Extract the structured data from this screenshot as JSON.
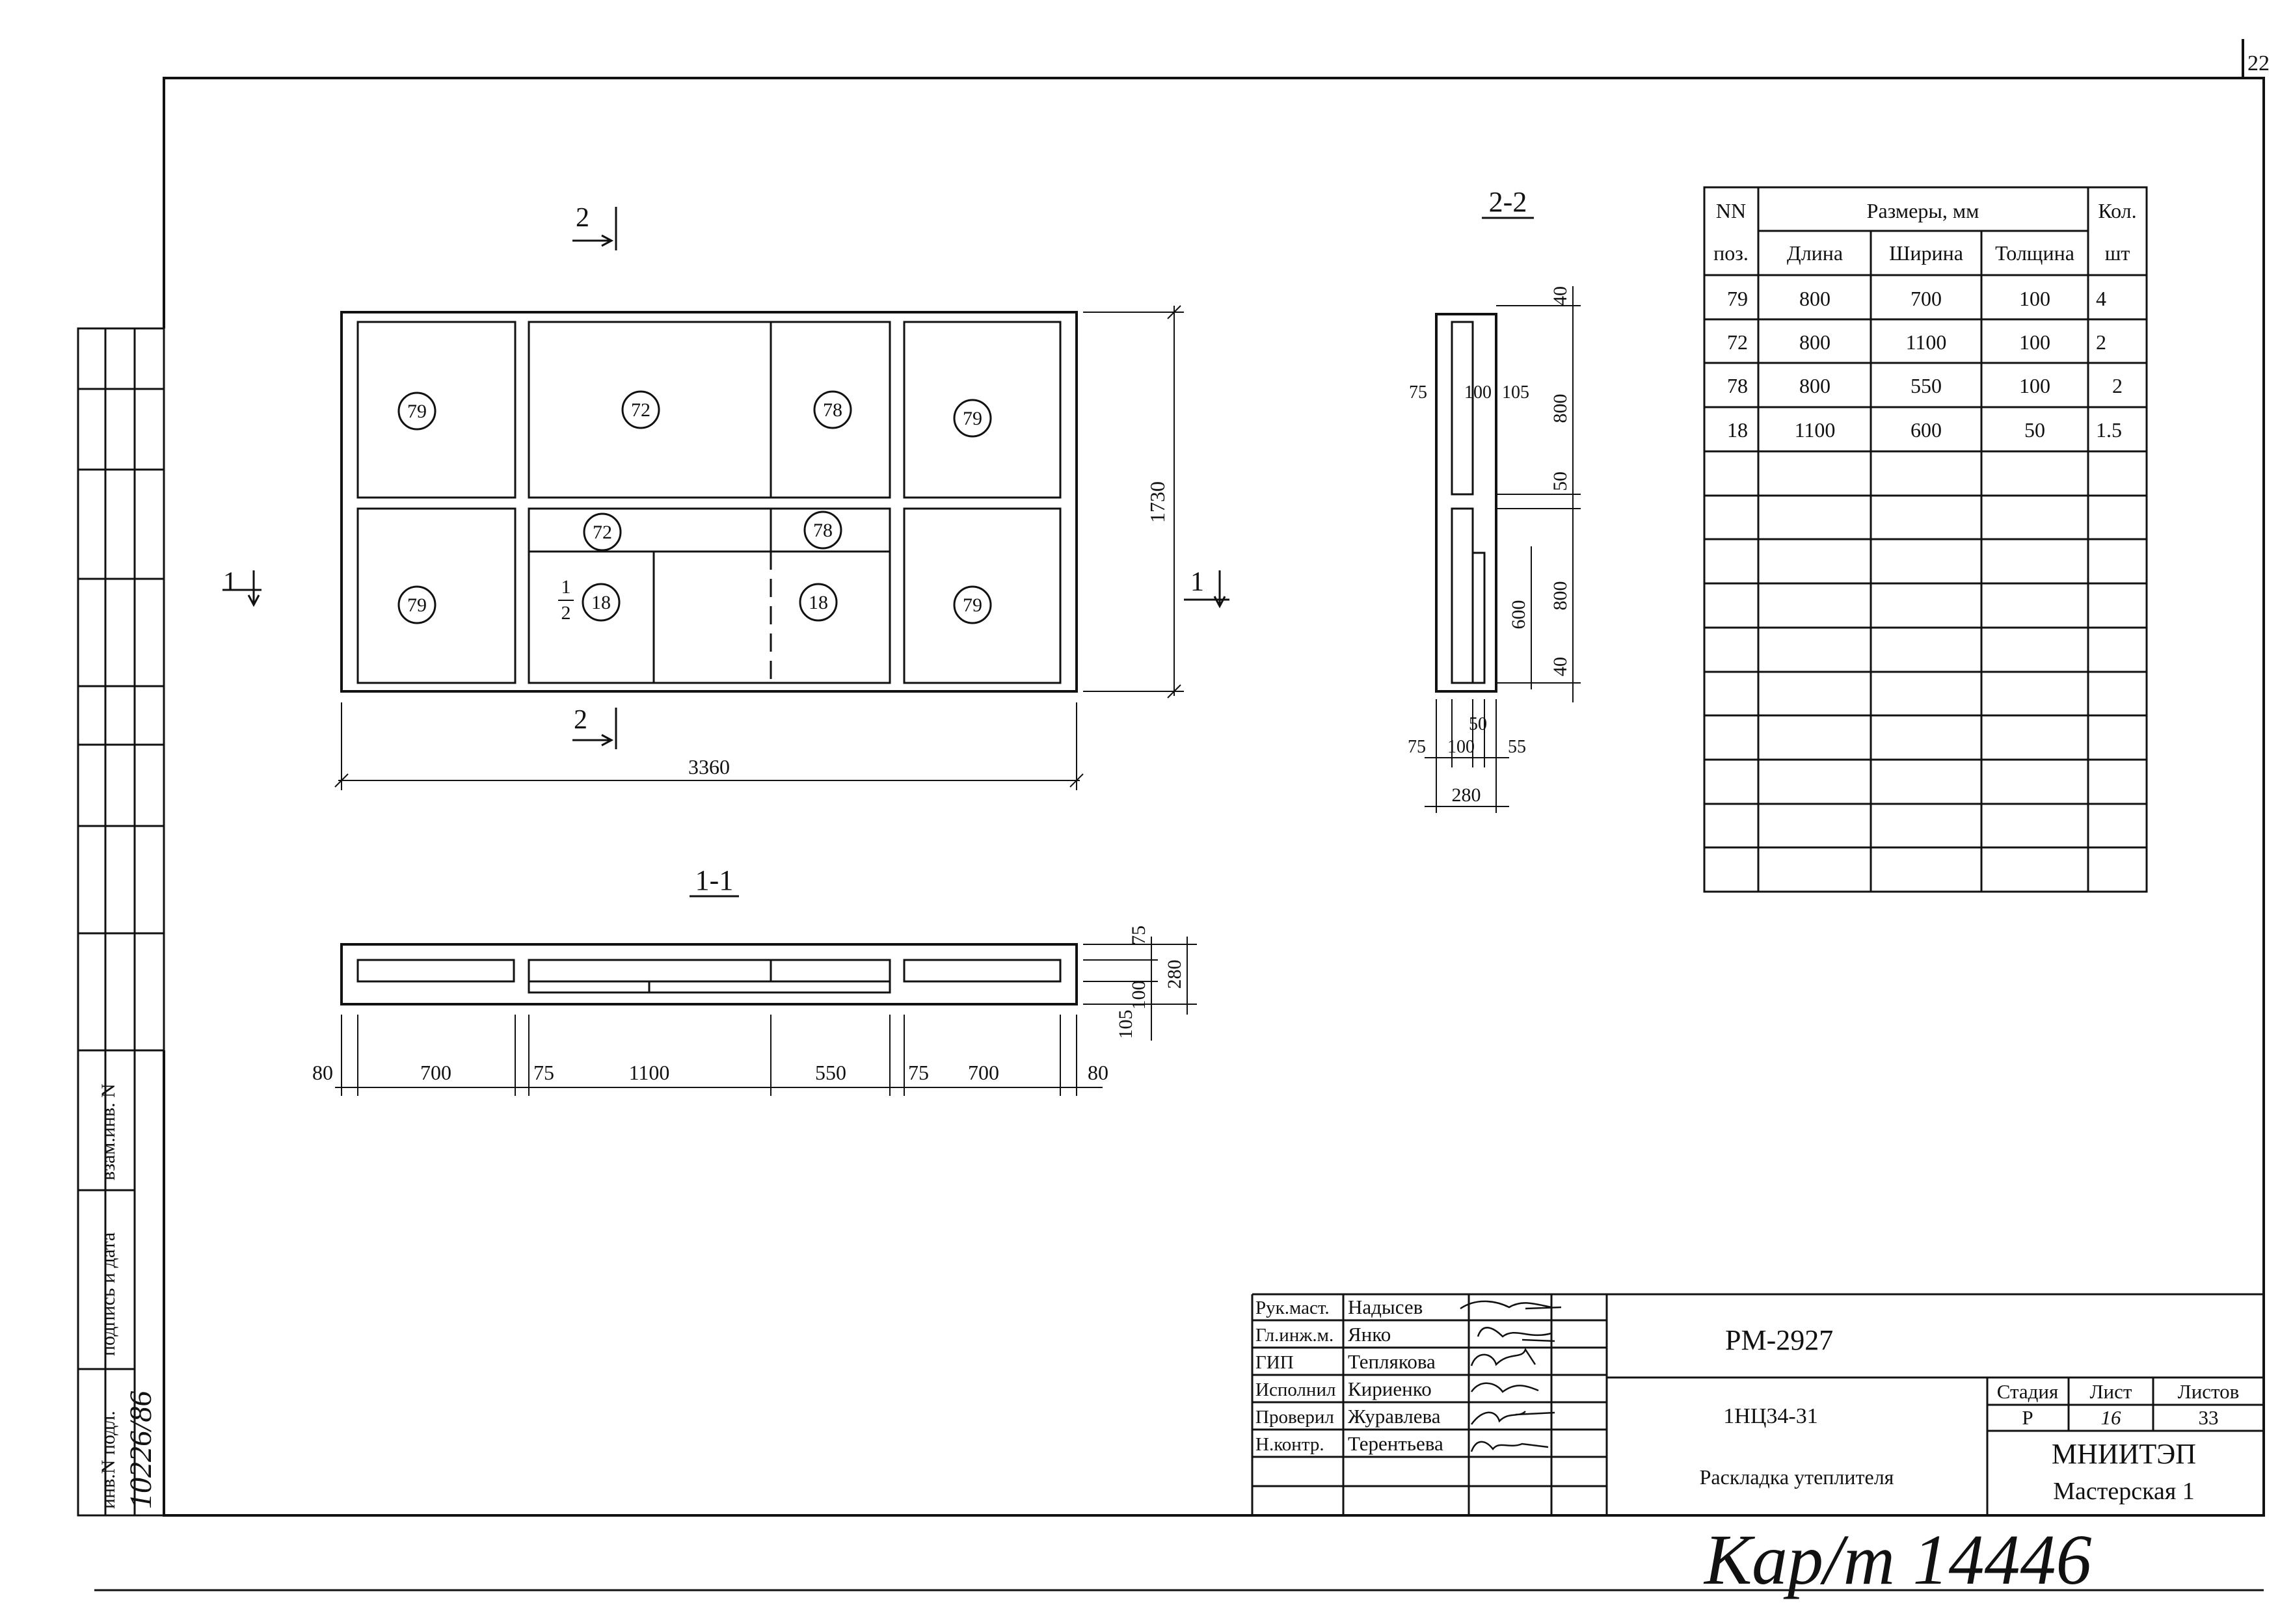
{
  "sheet_corner": "22",
  "side_stamp": {
    "inv_podl": "инв.N подл.",
    "podpis_data": "подпись и дата",
    "vzam_inv": "взам.инв. N",
    "handwritten_inv": "10226/86"
  },
  "plan": {
    "section_2_label": "2",
    "section_1_label": "1",
    "width_dim": "3360",
    "height_dim": "1730",
    "circle_79": "79",
    "circle_72": "72",
    "circle_78": "78",
    "circle_18": "18",
    "half_num": "1",
    "half_den": "2"
  },
  "section_1_1": {
    "title": "1-1",
    "dims": [
      "80",
      "700",
      "75",
      "1100",
      "550",
      "75",
      "700",
      "80"
    ],
    "right_dims": [
      "75",
      "100",
      "105",
      "280"
    ]
  },
  "section_2_2": {
    "title": "2-2",
    "left_top": [
      "75",
      "100",
      "105"
    ],
    "right_v": [
      "40",
      "800",
      "50",
      "800",
      "40"
    ],
    "inner_600": "600",
    "bottom_dims": [
      "75",
      "100",
      "50",
      "55"
    ],
    "total": "280"
  },
  "spec_table": {
    "h_nn": "NN",
    "h_poz": "поз.",
    "h_sizes": "Размеры, мм",
    "h_len": "Длина",
    "h_wid": "Ширина",
    "h_thk": "Толщина",
    "h_kol": "Кол.",
    "h_sht": "шт",
    "rows": [
      {
        "pos": "79",
        "len": "800",
        "wid": "700",
        "thk": "100",
        "qty": "4"
      },
      {
        "pos": "72",
        "len": "800",
        "wid": "1100",
        "thk": "100",
        "qty": "2"
      },
      {
        "pos": "78",
        "len": "800",
        "wid": "550",
        "thk": "100",
        "qty": "2"
      },
      {
        "pos": "18",
        "len": "1100",
        "wid": "600",
        "thk": "50",
        "qty": "1.5"
      }
    ]
  },
  "title_block": {
    "roles": [
      "Рук.маст.",
      "Гл.инж.м.",
      "ГИП",
      "Исполнил",
      "Проверил",
      "Н.контр."
    ],
    "names": [
      "Надысев",
      "Янко",
      "Теплякова",
      "Кириенко",
      "Журавлева",
      "Терентьева"
    ],
    "project_code": "РМ-2927",
    "doc_code": "1НЦ34-31",
    "title": "Раскладка утеплителя",
    "stage_label": "Стадия",
    "sheet_label": "Лист",
    "sheets_label": "Листов",
    "stage": "Р",
    "sheet": "16",
    "sheets": "33",
    "org": "МНИИТЭП",
    "workshop": "Мастерская 1"
  },
  "footer_note": "Кар/т 14446"
}
